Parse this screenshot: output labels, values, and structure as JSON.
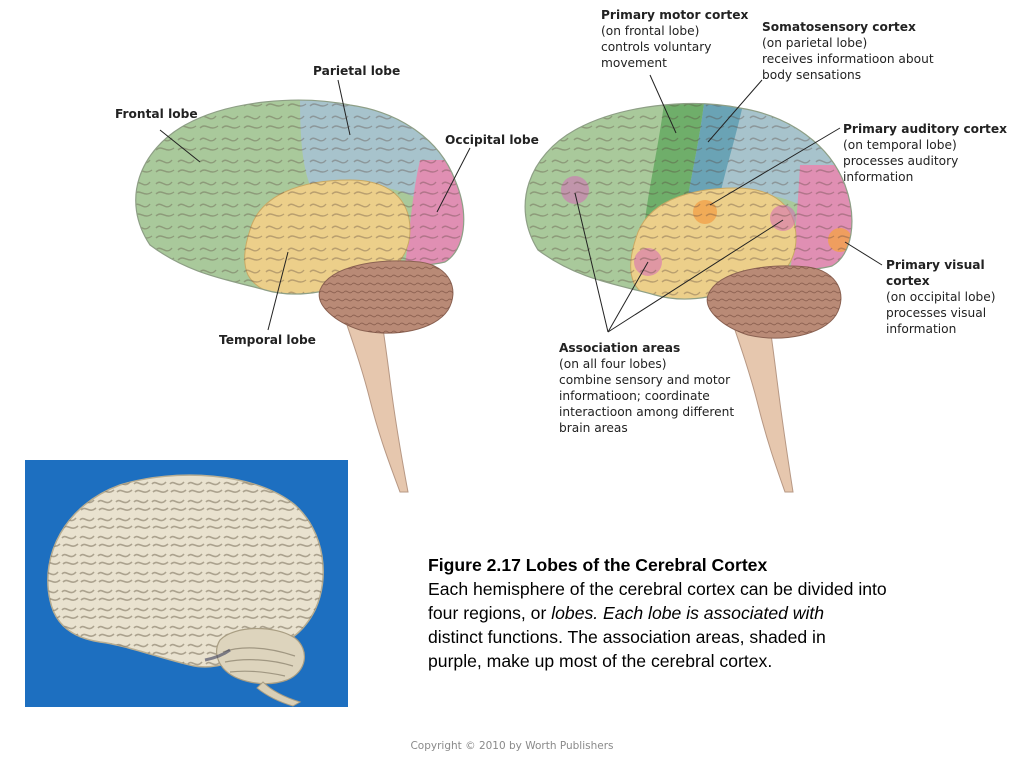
{
  "left_diagram": {
    "frontal_lobe": "Frontal lobe",
    "parietal_lobe": "Parietal lobe",
    "occipital_lobe": "Occipital lobe",
    "temporal_lobe": "Temporal lobe"
  },
  "right_diagram": {
    "primary_motor": {
      "title": "Primary motor cortex",
      "lines": [
        "(on frontal lobe)",
        "controls voluntary",
        "movement"
      ]
    },
    "somatosensory": {
      "title": "Somatosensory cortex",
      "lines": [
        "(on parietal lobe)",
        "receives informatioon about",
        "body sensations"
      ]
    },
    "primary_auditory": {
      "title": "Primary auditory cortex",
      "lines": [
        "(on temporal lobe)",
        "processes auditory",
        "information"
      ]
    },
    "primary_visual": {
      "title": "Primary visual cortex",
      "lines": [
        "(on occipital lobe)",
        "processes visual",
        "information"
      ]
    },
    "association": {
      "title": "Association areas",
      "lines": [
        "(on all four lobes)",
        "combine sensory and motor",
        "informatioon; coordinate",
        "interactioon among different",
        "brain areas"
      ]
    }
  },
  "caption": {
    "title": "Figure 2.17 Lobes of the Cerebral Cortex",
    "text_1": "Each hemisphere of the cerebral cortex can be divided into",
    "text_2a": "four regions, or ",
    "text_2b": "lobes. Each lobe is associated with",
    "text_3": "distinct functions. The association areas, shaded in",
    "text_4": "purple, make up most of the cerebral cortex."
  },
  "copyright": "Copyright © 2010 by Worth Publishers",
  "colors": {
    "frontal": "#a9c99b",
    "parietal": "#a7c3cc",
    "occipital": "#e08fb3",
    "temporal": "#eccf8a",
    "motor": "#6fae6a",
    "somatosensory": "#6aa3b5",
    "cerebellum": "#b98a76",
    "brainstem": "#e6c7ae",
    "association": "#d66ab8",
    "auditory_visual": "#f3a14a",
    "photo_background": "#1d6fc0"
  }
}
